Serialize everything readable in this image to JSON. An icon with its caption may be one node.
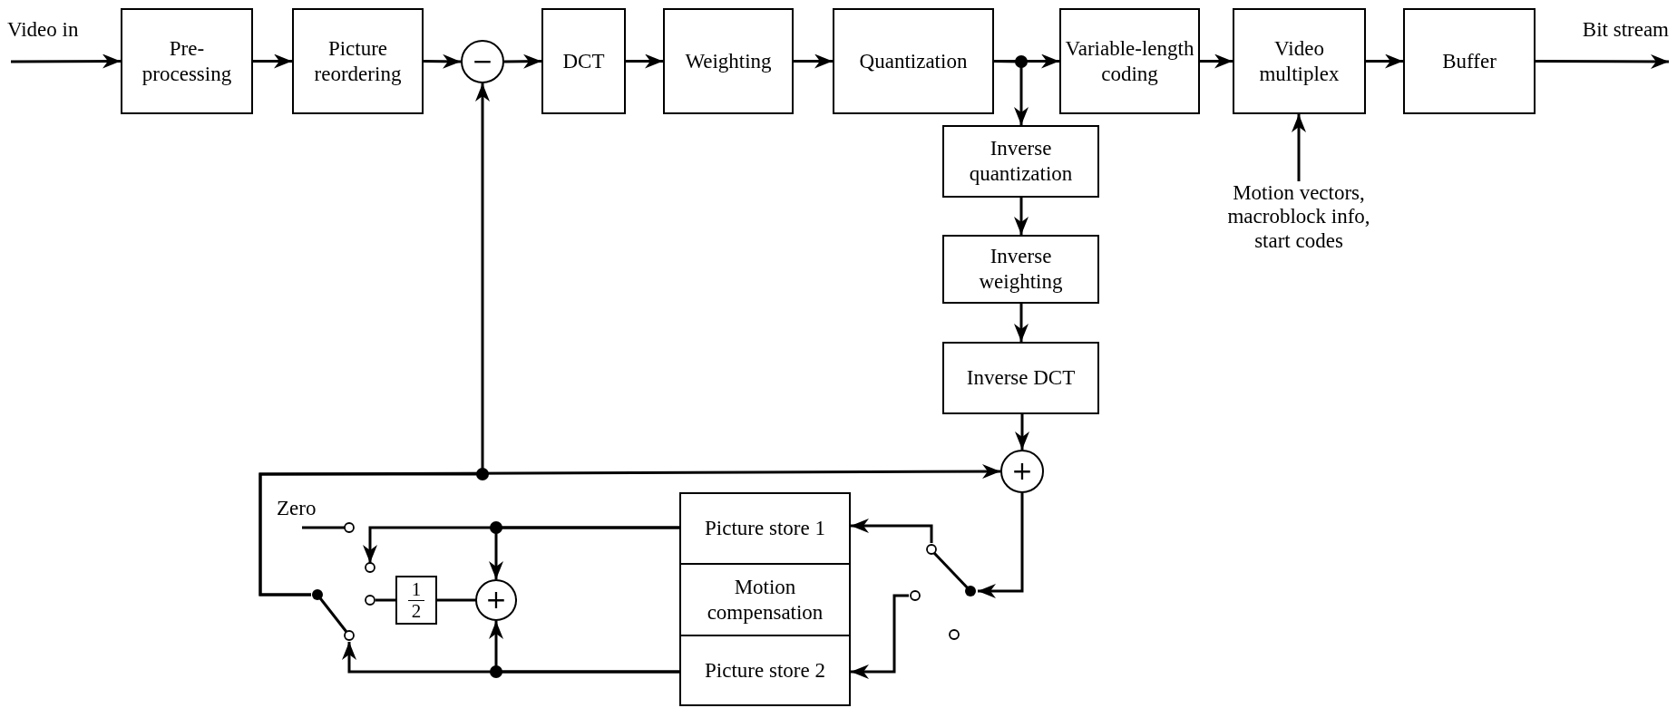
{
  "diagram": {
    "nodes": [
      {
        "text": [
          "Video in"
        ]
      },
      {
        "text": [
          "Pre-processing"
        ]
      },
      {
        "text": [
          "Picture reordering"
        ]
      },
      {
        "text": [
          "−"
        ]
      },
      {
        "text": [
          "DCT"
        ]
      },
      {
        "text": [
          "Weighting"
        ]
      },
      {
        "text": [
          "Quantization"
        ]
      },
      {
        "text": [
          "Variable-length coding"
        ]
      },
      {
        "text": [
          "Video multiplex"
        ]
      },
      {
        "text": [
          "Buffer"
        ]
      },
      {
        "text": [
          "Bit stream"
        ]
      },
      {
        "text": [
          "Inverse quantization"
        ]
      },
      {
        "text": [
          "Inverse weighting"
        ]
      },
      {
        "text": [
          "Inverse DCT"
        ]
      },
      {
        "text": [
          "+"
        ]
      },
      {
        "text": [
          "Motion vectors, macroblock info, start codes"
        ]
      },
      {
        "text": [
          "Picture store 1"
        ]
      },
      {
        "text": [
          "Motion compensation"
        ]
      },
      {
        "text": [
          "Picture store 2"
        ]
      },
      {
        "text": [
          "+"
        ]
      },
      {
        "text": [
          "1",
          "2"
        ]
      },
      {
        "text": [
          "Zero"
        ]
      },
      {
        "text": [],
        "shape": "switch"
      },
      {
        "text": [],
        "shape": "switch"
      }
    ],
    "edges": [
      {
        "from": 0,
        "to": 1,
        "arrow": "to"
      },
      {
        "from": 1,
        "to": 2,
        "arrow": "to"
      },
      {
        "from": 2,
        "to": 3,
        "arrow": "to"
      },
      {
        "from": 3,
        "to": 4,
        "arrow": "to"
      },
      {
        "from": 4,
        "to": 5,
        "arrow": "to"
      },
      {
        "from": 5,
        "to": 6,
        "arrow": "to"
      },
      {
        "from": 6,
        "to": 7,
        "arrow": "to"
      },
      {
        "from": 6,
        "to": 11,
        "arrow": "to"
      },
      {
        "from": 7,
        "to": 8,
        "arrow": "to"
      },
      {
        "from": 8,
        "to": 9,
        "arrow": "to"
      },
      {
        "from": 9,
        "to": 10,
        "arrow": "to"
      },
      {
        "from": 11,
        "to": 12,
        "arrow": "to"
      },
      {
        "from": 12,
        "to": 13,
        "arrow": "to"
      },
      {
        "from": 13,
        "to": 14,
        "arrow": "to"
      },
      {
        "from": 15,
        "to": 8,
        "arrow": "to"
      },
      {
        "from": 14,
        "to": 23,
        "arrow": "to"
      },
      {
        "from": 23,
        "to": 16,
        "arrow": "to"
      },
      {
        "from": 23,
        "to": 18,
        "arrow": "to"
      },
      {
        "from": 16,
        "to": 22,
        "arrow": "to"
      },
      {
        "from": 16,
        "to": 19,
        "arrow": "to"
      },
      {
        "from": 18,
        "to": 22,
        "arrow": "to"
      },
      {
        "from": 18,
        "to": 19,
        "arrow": "to"
      },
      {
        "from": 19,
        "to": 20,
        "arrow": "to"
      },
      {
        "from": 20,
        "to": 22,
        "arrow": "none"
      },
      {
        "from": 21,
        "to": 22,
        "arrow": "none"
      },
      {
        "from": 22,
        "to": 3,
        "arrow": "to"
      },
      {
        "from": 22,
        "to": 14,
        "arrow": "to"
      }
    ]
  }
}
